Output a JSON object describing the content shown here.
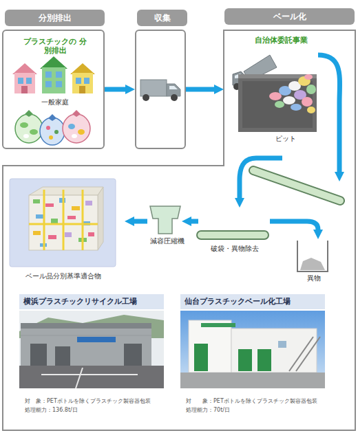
{
  "diagram": {
    "nodes": [
      {
        "text": [
          "分別排出",
          "プラスチックの 分別排出",
          "一般家庭"
        ]
      },
      {
        "text": [
          "収集"
        ]
      },
      {
        "text": [
          "ベール化",
          "自治体委託事業",
          "ピット",
          "破袋・異物除去",
          "減容圧縮機",
          "異物",
          "ベール品分別基準適合物"
        ]
      },
      {
        "text": [
          "横浜プラスチックリサイクル工場",
          "対　象：PETボトルを除くプラスチック製容器包装",
          "処理能力：136.8t/日"
        ],
        "in": 2
      },
      {
        "text": [
          "仙台プラスチックベール化工場",
          "対　　象：PETボトルを除くプラスチック製容器包装",
          "処理能力：70t/日"
        ],
        "in": 2
      }
    ],
    "edges": [
      {
        "from": 0,
        "to": 1,
        "arrow": "to"
      },
      {
        "from": 1,
        "to": 2,
        "arrow": "to"
      }
    ]
  }
}
